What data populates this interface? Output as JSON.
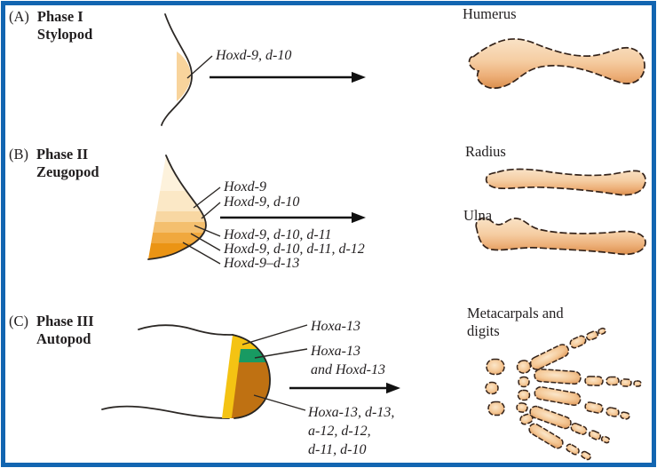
{
  "figure_type": "limb-development-hox-gene-phases",
  "panelA": {
    "label": "(A)",
    "phase": "Phase I",
    "structure": "Stylopod",
    "gene1": "Hoxd-9, d-10",
    "result1": "Humerus"
  },
  "panelB": {
    "label": "(B)",
    "phase": "Phase II",
    "structure": "Zeugopod",
    "gene1": "Hoxd-9",
    "gene2": "Hoxd-9, d-10",
    "gene3": "Hoxd-9, d-10, d-11",
    "gene4": "Hoxd-9, d-10, d-11, d-12",
    "gene5": "Hoxd-9–d-13",
    "result1": "Radius",
    "result2": "Ulna"
  },
  "panelC": {
    "label": "(C)",
    "phase": "Phase III",
    "structure": "Autopod",
    "gene1": "Hoxa-13",
    "gene2_line1": "Hoxa-13",
    "gene2_line2": "and Hoxd-13",
    "gene3_line1": "Hoxa-13, d-13,",
    "gene3_line2": "a-12, d-12,",
    "gene3_line3": "d-11, d-10",
    "result_line1": "Metacarpals and",
    "result_line2": "digits"
  },
  "colors": {
    "frame_blue": "#1265b1",
    "text": "#211e1f",
    "bud_band_lightest": "#fdf2dc",
    "bud_band_darkest": "#eb9414",
    "stylopod_sliver": "#f8d49c",
    "autopod_yellow": "#f4c313",
    "autopod_green": "#189a62",
    "autopod_brown": "#bf7112",
    "bone_peach": "#f2c197",
    "outline_dark": "#2b2724"
  }
}
